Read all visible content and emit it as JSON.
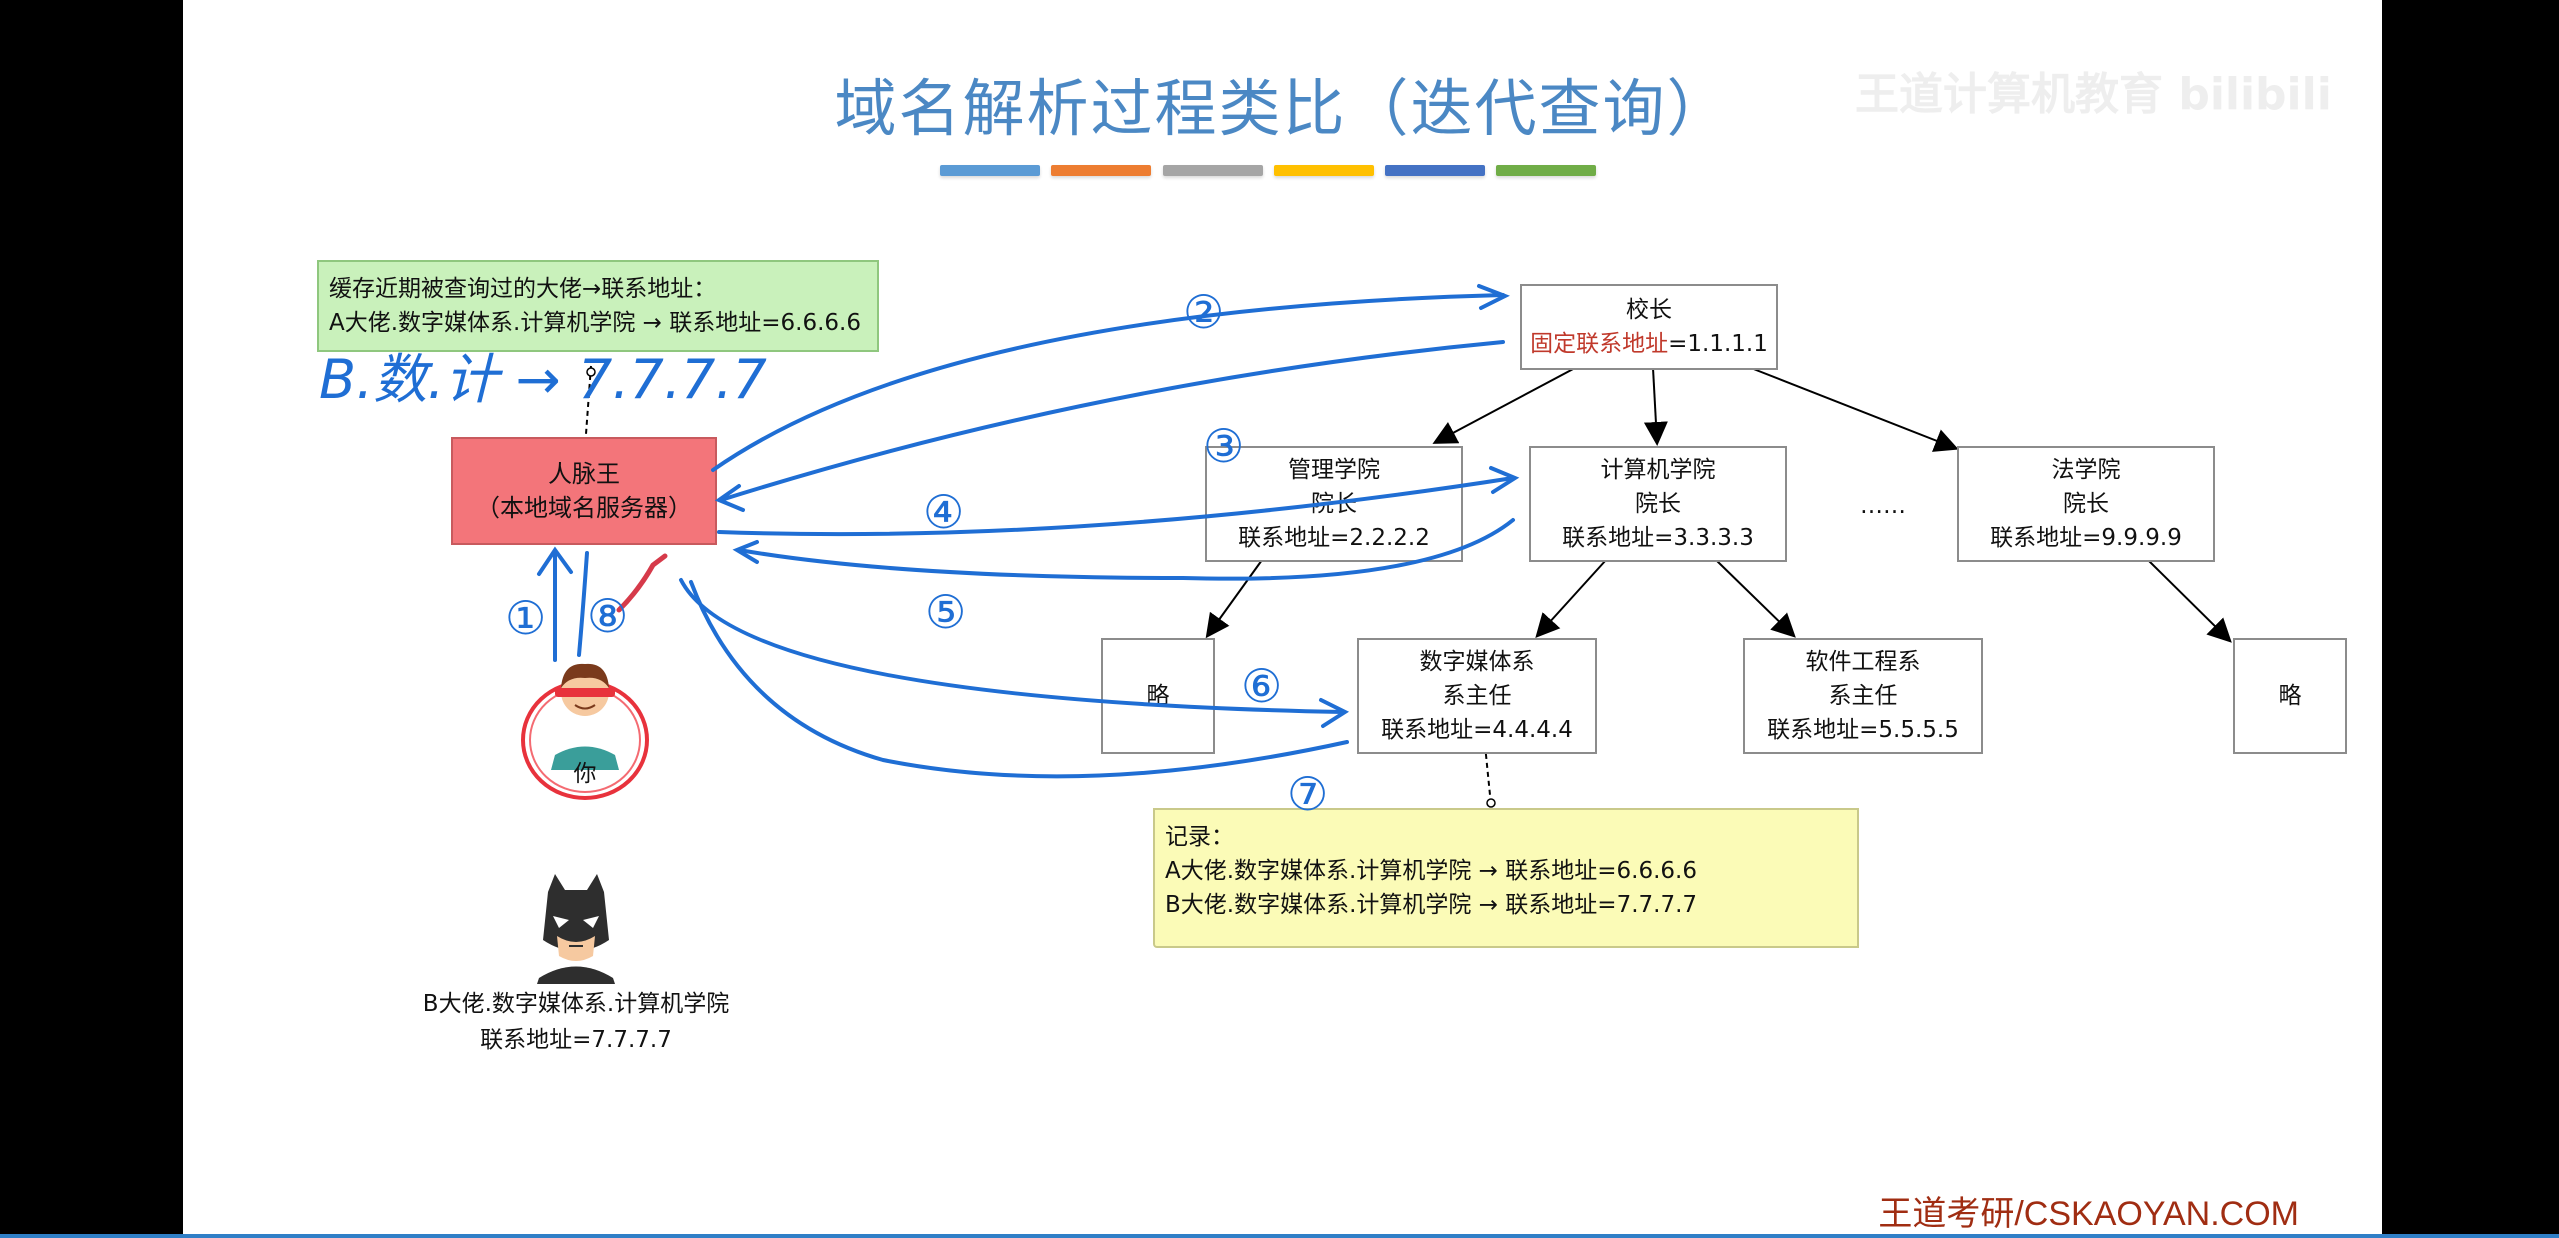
{
  "title": "域名解析过程类比（迭代查询）",
  "watermark": "王道计算机教育 bilibili",
  "color_bars": [
    "#5b9bd5",
    "#ed7d31",
    "#a5a5a5",
    "#ffc000",
    "#4472c4",
    "#70ad47"
  ],
  "cache_note": {
    "line1": "缓存近期被查询过的大佬→联系地址：",
    "line2": "A大佬.数字媒体系.计算机学院 → 联系地址=6.6.6.6",
    "handwritten": "B.数.计 → 7.7.7.7"
  },
  "local_server": {
    "line1": "人脉王",
    "line2": "（本地域名服务器）"
  },
  "you_label": "你",
  "principal": {
    "line1": "校长",
    "line2_red": "固定联系地址",
    "line2_rest": "=1.1.1.1"
  },
  "colleges": [
    {
      "name": "管理学院",
      "role": "院长",
      "addr": "联系地址=2.2.2.2"
    },
    {
      "name": "计算机学院",
      "role": "院长",
      "addr": "联系地址=3.3.3.3"
    },
    {
      "name": "法学院",
      "role": "院长",
      "addr": "联系地址=9.9.9.9"
    }
  ],
  "ellipsis": "……",
  "departments": [
    {
      "name": "数字媒体系",
      "role": "系主任",
      "addr": "联系地址=4.4.4.4"
    },
    {
      "name": "软件工程系",
      "role": "系主任",
      "addr": "联系地址=5.5.5.5"
    }
  ],
  "omitted": "略",
  "record_note": {
    "line1": "记录：",
    "line2": "A大佬.数字媒体系.计算机学院 → 联系地址=6.6.6.6",
    "line3": "B大佬.数字媒体系.计算机学院 → 联系地址=7.7.7.7"
  },
  "batman": {
    "line1": "B大佬.数字媒体系.计算机学院",
    "line2": "联系地址=7.7.7.7"
  },
  "step_numbers": [
    "①",
    "②",
    "③",
    "④",
    "⑤",
    "⑥",
    "⑦",
    "⑧"
  ],
  "footer": "王道考研/CSKAOYAN.COM"
}
